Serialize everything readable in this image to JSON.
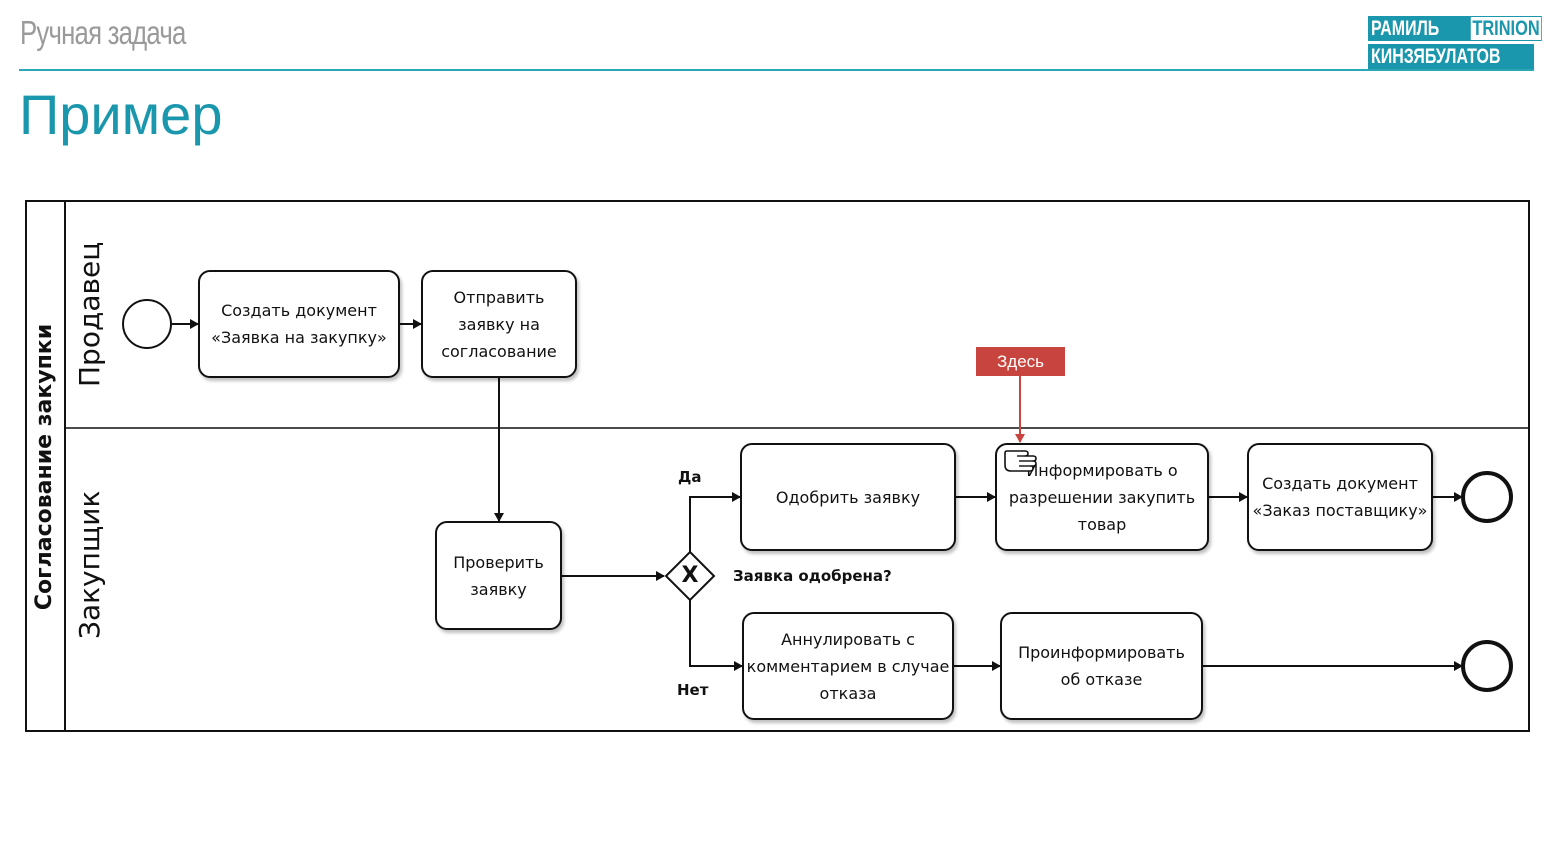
{
  "header": {
    "subtitle": "Ручная задача",
    "title": "Пример",
    "logo_line1": "РАМИЛЬ",
    "logo_badge": "TRINION",
    "logo_line2": "КИНЗЯБУЛАТОВ"
  },
  "colors": {
    "accent": "#1a97ad",
    "callout": "#c8443e",
    "line": "#111111"
  },
  "pool": {
    "name": "Согласование закупки"
  },
  "lanes": [
    {
      "name": "Продавец"
    },
    {
      "name": "Закупщик"
    }
  ],
  "tasks": {
    "create_request": "Создать документ «Заявка на закупку»",
    "send_request": "Отправить заявку на согласование",
    "check_request": "Проверить заявку",
    "approve_request": "Одобрить заявку",
    "inform_permission": "Информировать о разрешении закупить товар",
    "create_order": "Создать документ «Заказ поставщику»",
    "cancel_request": "Аннулировать с комментарием в случае отказа",
    "inform_refusal": "Проинформировать об отказе"
  },
  "gateway": {
    "question": "Заявка одобрена?",
    "symbol": "X",
    "yes": "Да",
    "no": "Нет"
  },
  "callout": {
    "label": "Здесь"
  },
  "icons": {
    "manual_task": "hand-icon"
  }
}
